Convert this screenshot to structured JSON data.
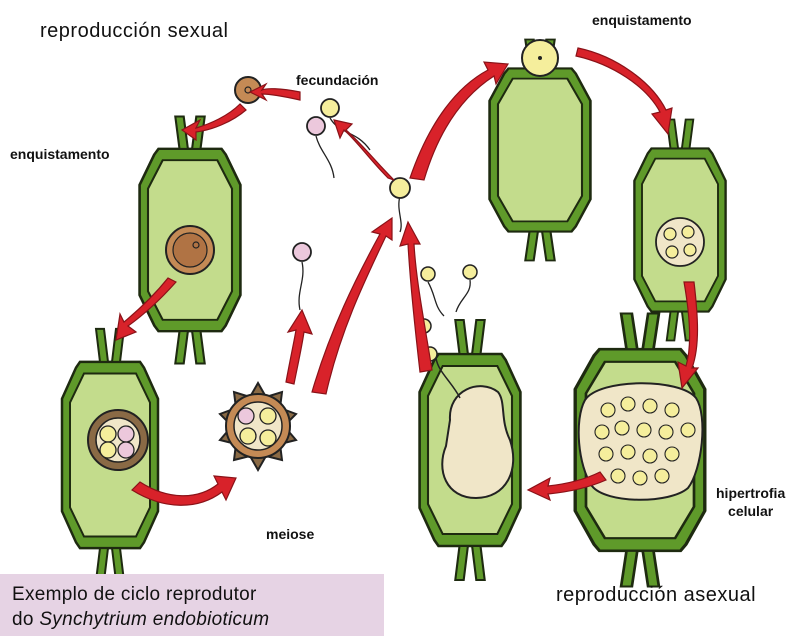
{
  "labels": {
    "sexual_title": "reproducción sexual",
    "asexual_title": "reproducción asexual",
    "encystment_right": "enquistamento",
    "encystment_left": "enquistamento",
    "fertilization": "fecundación",
    "meiosis": "meiose",
    "hypertrophy_line1": "hipertrofia",
    "hypertrophy_line2": "celular"
  },
  "caption": {
    "line1": "Exemplo de ciclo reprodutor",
    "line2_prefix": "do ",
    "line2_species": "Synchytrium endobioticum"
  },
  "colors": {
    "cell_fill": "#c3dc8c",
    "cell_wall": "#5f9a2a",
    "arrow": "#d8222a",
    "zoospore": "#f5ee9c",
    "female_gamete": "#ecc8dc",
    "cyst": "#c48a55",
    "caption_bg": "#e6d3e4"
  }
}
